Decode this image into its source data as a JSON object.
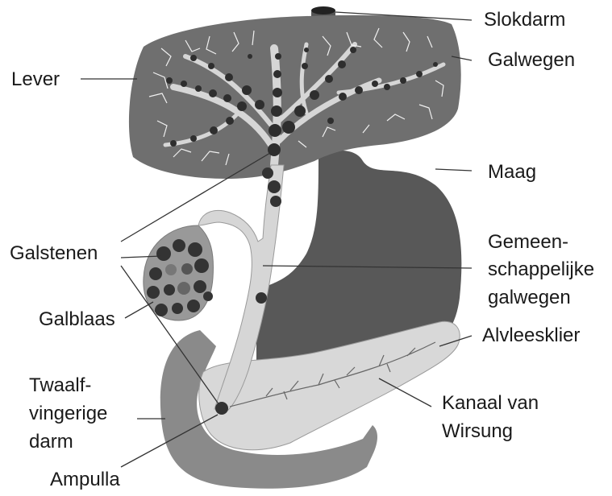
{
  "labels": {
    "slokdarm": "Slokdarm",
    "galwegen": "Galwegen",
    "lever": "Lever",
    "maag": "Maag",
    "gemeenschappelijke_1": "Gemeen-",
    "gemeenschappelijke_2": "schappelijke",
    "gemeenschappelijke_3": "galwegen",
    "galstenen": "Galstenen",
    "galblaas": "Galblaas",
    "alvleesklier": "Alvleesklier",
    "twaalfvingerige_1": "Twaalf-",
    "twaalfvingerige_2": "vingerige",
    "twaalfvingerige_3": "darm",
    "kanaal_1": "Kanaal van",
    "kanaal_2": "Wirsung",
    "ampulla": "Ampulla"
  },
  "colors": {
    "liver": "#6f6f6f",
    "stomach": "#585858",
    "duodenum": "#8a8a8a",
    "pancreas": "#d8d8d8",
    "duct": "#d6d6d6",
    "stone": "#333333",
    "gallbladder": "#999999"
  }
}
